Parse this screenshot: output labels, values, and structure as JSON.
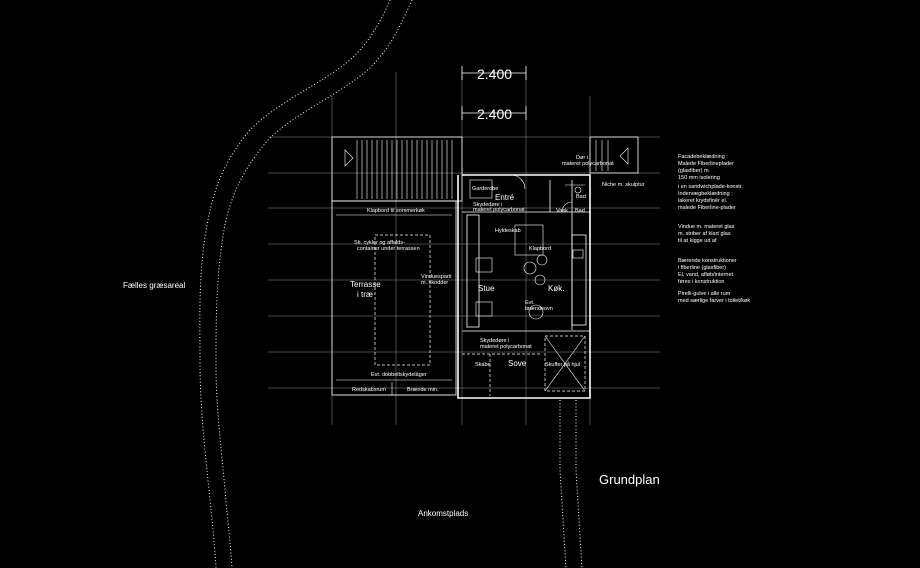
{
  "dimensions": {
    "top": "2.400",
    "second": "2.400"
  },
  "title": "Grundplan",
  "site": {
    "left_area": "Fælles græsareal",
    "bottom_area": "Ankomstplads"
  },
  "rooms": {
    "entre": "Entré",
    "stue": "Stue",
    "kok": "Køk.",
    "sove": "Sove",
    "terrace": [
      "Terrasse",
      "i træ"
    ]
  },
  "labels": {
    "dor": [
      "Dør i",
      "materet polycarbonat"
    ],
    "niche": "Niche m. skulptur",
    "garderobe": "Garderobe",
    "skydedore_top": [
      "Skydedøre i",
      "materet polycarbonat"
    ],
    "klapbord": "Klapbord til sommerkøk",
    "vask": "Vask",
    "bad": "Bad",
    "hyldeskab": "Hyldeskab",
    "spisebord": "Klapbord",
    "sti": [
      "Sti, cykler og affalds-",
      "container under terrassen"
    ],
    "vindue": [
      "Vinduesparti",
      "m. skodder"
    ],
    "braendeovn": [
      "Evt.",
      "brændeovn"
    ],
    "skydedore_bottom": [
      "Skydedøre i",
      "materet polycarbonat"
    ],
    "skab": "Skabe",
    "skuffer": "Skuffer på hjul",
    "dobbelt": "Evt. dobbeltskydeläger",
    "redskab": "Redskabsrum",
    "braende": "Brænde min."
  },
  "notes": {
    "facade": [
      "Facadebeklædning :",
      "Malede Fiberlineplader",
      "(glasfiber)  m.",
      "150 mm isolering",
      "i en sandwichplade-konstr.",
      "Indervægbeklædning :",
      "lakeret krydsfinér el.",
      "malede Fiberline-plader"
    ],
    "vinduer": [
      "Vindue m. materet glas",
      "m. striber af klart glas",
      "til at kigge ud af"
    ],
    "baerende": [
      "Bærende konstruktioner",
      "i fiberline (glasfiber)",
      "El, vand, afløb/internet",
      "føres i konstruktion"
    ],
    "pirelli": [
      "Pirelli-gulve i alle rum",
      "med særlige farver i toilet/køk"
    ]
  }
}
